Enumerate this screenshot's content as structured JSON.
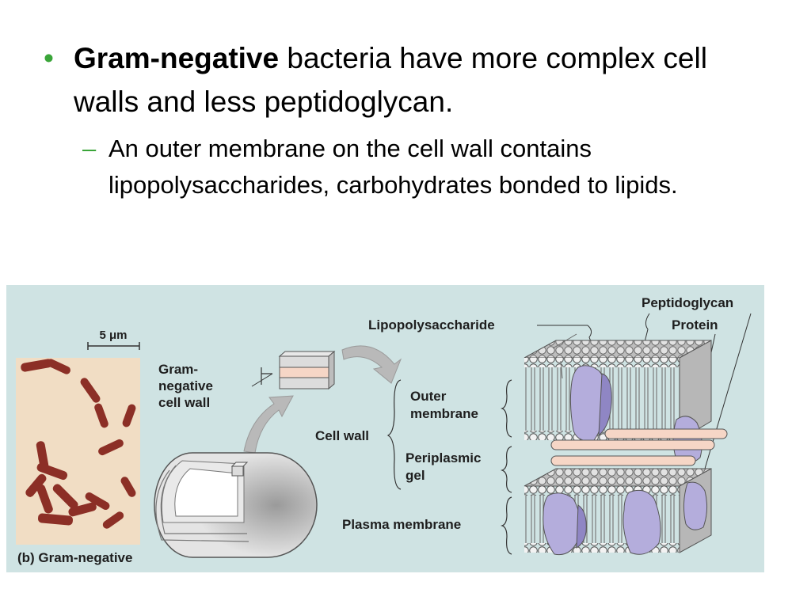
{
  "slide": {
    "bullet1": {
      "bold": "Gram-negative",
      "rest": " bacteria have more complex cell walls and less peptidoglycan."
    },
    "bullet2": "An outer membrane on the cell wall contains lipopolysaccharides, carbohydrates bonded to lipids.",
    "bullet1_marker": "•",
    "bullet2_marker": "–"
  },
  "figure": {
    "scale_bar": "5 μm",
    "gram_negative_cell_wall": [
      "Gram-",
      "negative",
      "cell wall"
    ],
    "lipopolysaccharide": "Lipopolysaccharide",
    "peptidoglycan": "Peptidoglycan",
    "protein": "Protein",
    "outer_membrane": [
      "Outer",
      "membrane"
    ],
    "cell_wall": "Cell wall",
    "periplasmic_gel": [
      "Periplasmic",
      "gel"
    ],
    "plasma_membrane": "Plasma membrane",
    "caption": "(b) Gram-negative"
  },
  "colors": {
    "figure_bg": "#cfe3e3",
    "bullet_accent": "#3aa539",
    "protein_fill": "#b4addc",
    "peptidoglycan_fill": "#f6d6c6",
    "bacteria": "#8c2f26"
  }
}
